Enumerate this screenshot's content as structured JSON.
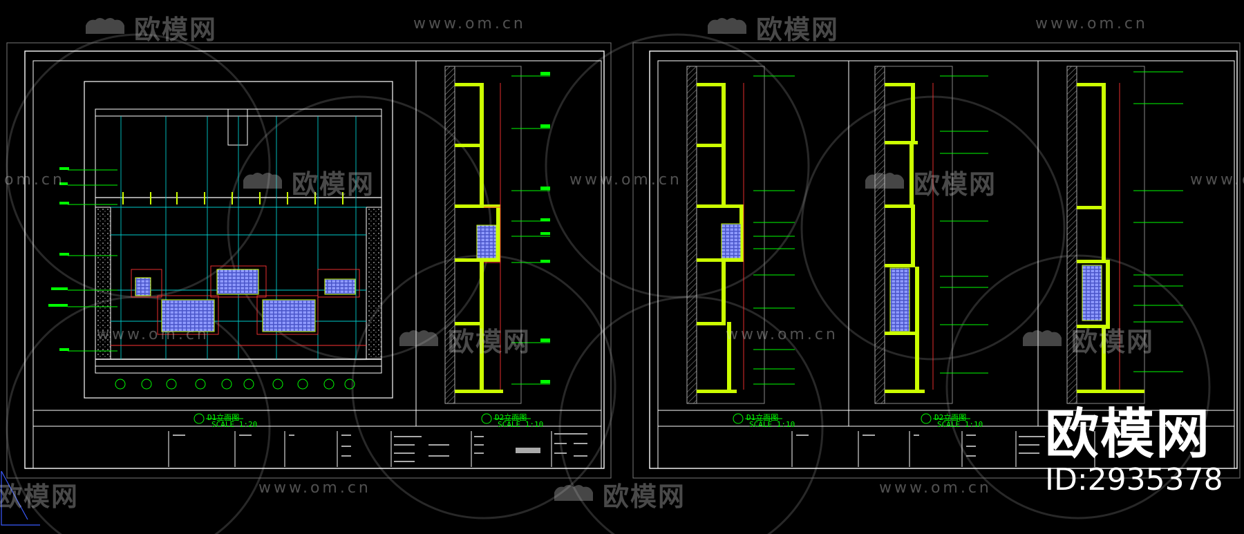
{
  "watermark": {
    "brand": "欧模网",
    "url": "www.om.cn",
    "url_partial": "om.cn"
  },
  "corner_brand": {
    "name": "欧模网",
    "id_label": "ID:2935378"
  },
  "sheets": [
    {
      "views": [
        {
          "title": "D1立面图",
          "scale": "SCALE 1:20"
        },
        {
          "title": "D2立面图",
          "scale": "SCALE 1:10"
        }
      ]
    },
    {
      "views": [
        {
          "title": "D1立面图",
          "scale": "SCALE 1:10"
        },
        {
          "title": "D2立面图",
          "scale": "SCALE 1:10"
        }
      ]
    }
  ],
  "colors": {
    "background": "#000000",
    "frame": "#ffffff",
    "annotation": "#00ff00",
    "wall_fill": "#ccff00",
    "glass_fill": "#6677ee",
    "dim_line": "#ff3333",
    "guide_line": "#00cccc"
  }
}
